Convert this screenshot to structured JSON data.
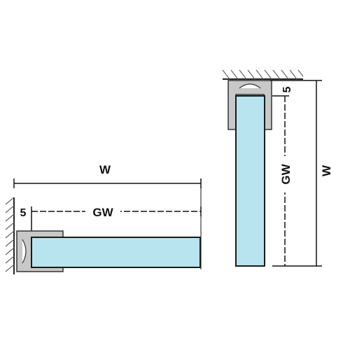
{
  "left_diagram": {
    "overall_width_label": "W",
    "glass_width_label": "GW",
    "offset_label": "5"
  },
  "right_diagram": {
    "overall_width_label": "W",
    "glass_width_label": "GW",
    "offset_label": "5"
  },
  "colors": {
    "glass": "#b7e4ee",
    "glass_edge": "#1a1a1a",
    "profile_fill": "#c8c8c8",
    "profile_edge": "#333333",
    "dimension_line": "#111111",
    "hatch": "#666666"
  }
}
